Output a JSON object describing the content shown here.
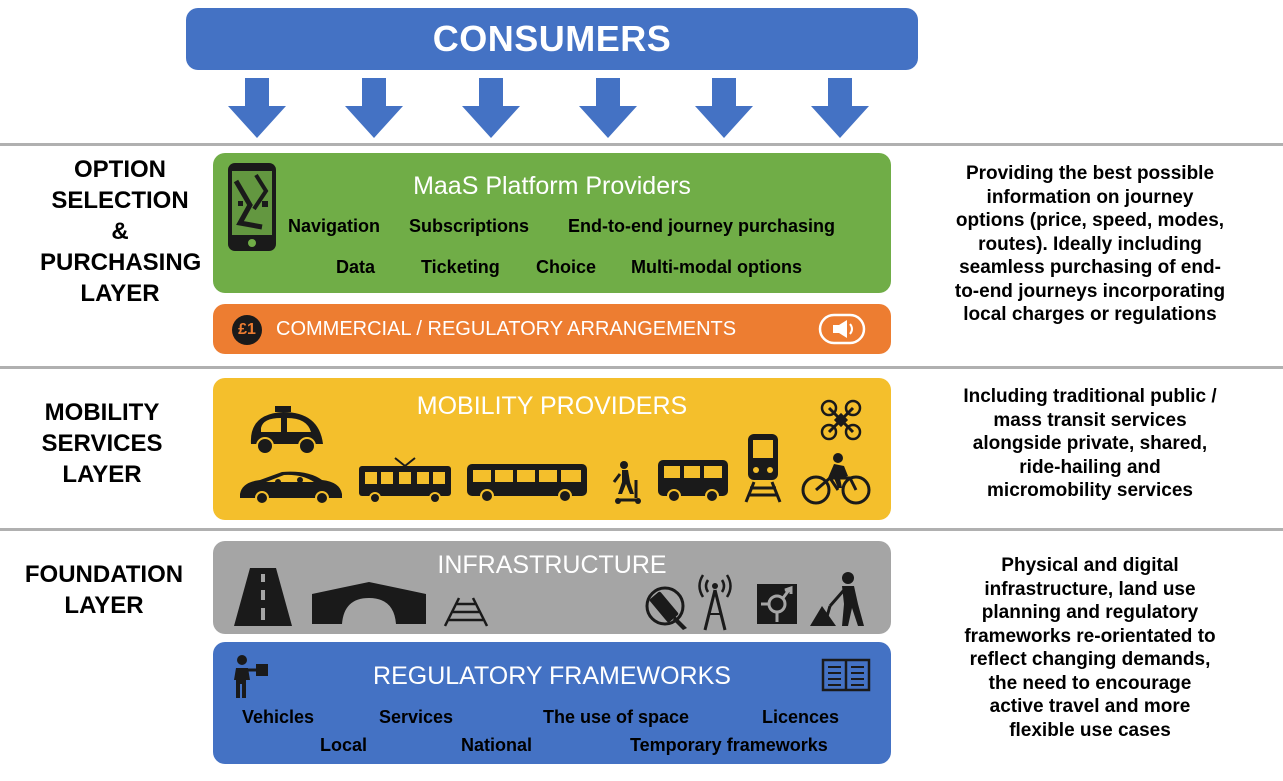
{
  "consumers": "CONSUMERS",
  "layers": {
    "option": [
      "OPTION",
      "SELECTION &",
      "PURCHASING",
      "LAYER"
    ],
    "mobility": [
      "MOBILITY",
      "SERVICES",
      "LAYER"
    ],
    "foundation": [
      "FOUNDATION",
      "LAYER"
    ]
  },
  "maas": {
    "title": "MaaS Platform Providers",
    "row1": [
      "Navigation",
      "Subscriptions",
      "End-to-end journey purchasing"
    ],
    "row2": [
      "Data",
      "Ticketing",
      "Choice",
      "Multi-modal options"
    ]
  },
  "commercial": {
    "label": "COMMERCIAL / REGULATORY ARRANGEMENTS",
    "badge": "£1"
  },
  "mobility_title": "MOBILITY PROVIDERS",
  "infrastructure_title": "INFRASTRUCTURE",
  "regulatory": {
    "title": "REGULATORY FRAMEWORKS",
    "row1": [
      "Vehicles",
      "Services",
      "The use of space",
      "Licences"
    ],
    "row2": [
      "Local",
      "National",
      "Temporary frameworks"
    ]
  },
  "descriptions": {
    "option": [
      "Providing the best possible",
      "information on journey",
      "options (price, speed, modes,",
      "routes). Ideally including",
      "seamless purchasing of end-",
      "to-end journeys incorporating",
      "local charges or regulations"
    ],
    "mobility": [
      "Including traditional public /",
      "mass transit services",
      "alongside private, shared,",
      "ride-hailing and",
      "micromobility services"
    ],
    "foundation": [
      "Physical and digital",
      "infrastructure, land use",
      "planning and regulatory",
      "frameworks re-orientated to",
      "reflect changing demands,",
      "the need to encourage",
      "active travel and more",
      "flexible use cases"
    ]
  },
  "colors": {
    "consumers": "#4472c4",
    "maas": "#70ad47",
    "commercial": "#ed7d31",
    "mobility": "#f4bf2c",
    "infrastructure": "#a5a5a5",
    "regulatory": "#4472c4"
  }
}
